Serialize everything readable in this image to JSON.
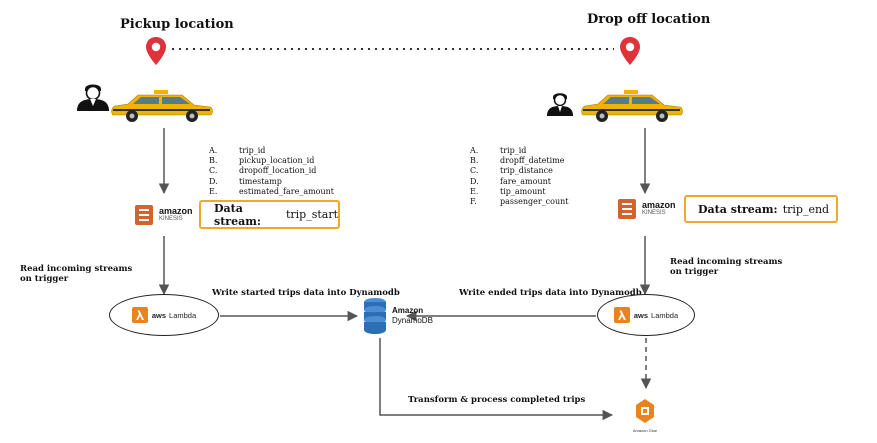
{
  "locations": {
    "pickup_label": "Pickup location",
    "dropoff_label": "Drop off  location"
  },
  "trip_start_fields": [
    {
      "key": "A.",
      "value": "trip_id"
    },
    {
      "key": "B.",
      "value": "pickup_location_id"
    },
    {
      "key": "C.",
      "value": "dropoff_location_id"
    },
    {
      "key": "D.",
      "value": "timestamp"
    },
    {
      "key": "E.",
      "value": "estimated_fare_amount"
    }
  ],
  "trip_end_fields": [
    {
      "key": "A.",
      "value": "trip_id"
    },
    {
      "key": "B.",
      "value": "dropff_datetime"
    },
    {
      "key": "C.",
      "value": "trip_distance"
    },
    {
      "key": "D.",
      "value": "fare_amount"
    },
    {
      "key": "E.",
      "value": "tip_amount"
    },
    {
      "key": "F.",
      "value": "passenger_count"
    }
  ],
  "kinesis": {
    "word": "amazon",
    "sub": "KINESIS"
  },
  "streams": {
    "label": "Data stream:",
    "start_name": "trip_start",
    "end_name": "trip_end"
  },
  "captions": {
    "read_left": "Read incoming streams on trigger",
    "read_right": "Read incoming streams on trigger",
    "write_started": "Write started trips data  into Dynamodb",
    "write_ended": "Write ended trips data  into Dynamodb",
    "transform": "Transform & process completed trips"
  },
  "lambda": {
    "aws": "aws",
    "name": "Lambda"
  },
  "dynamodb": {
    "line1": "Amazon",
    "line2": "DynamoDB"
  },
  "glue": {
    "label": "Amazon Glue"
  },
  "colors": {
    "pin": "#e0323a",
    "taxi": "#f2b200",
    "kinesis": "#d4622a",
    "lambda": "#e8831f",
    "dynamo": "#2d6fb5",
    "glue": "#e8831f",
    "stream_border": "#f0a82a"
  }
}
